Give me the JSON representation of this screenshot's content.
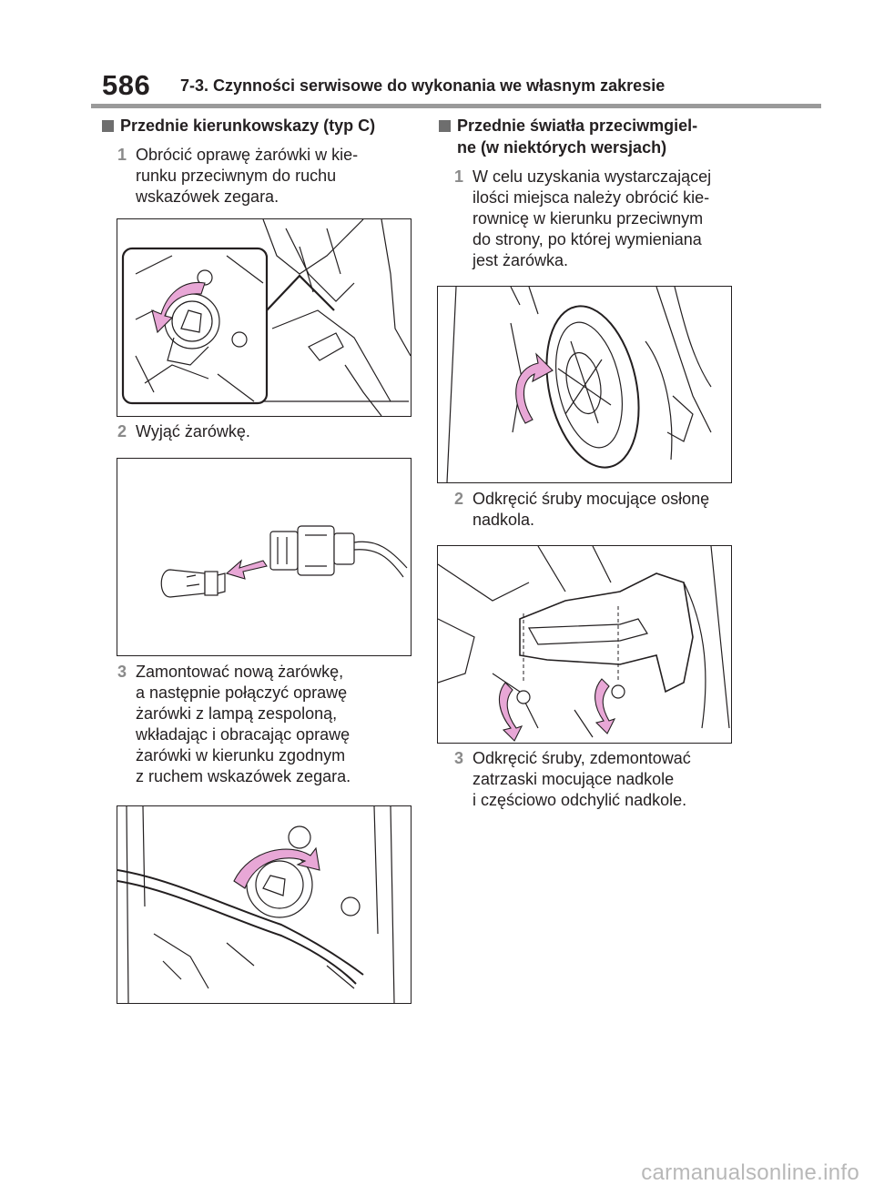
{
  "header": {
    "page_number": "586",
    "section_title": "7-3. Czynności serwisowe do wykonania we własnym zakresie"
  },
  "left_column": {
    "heading": "Przednie kierunkowskazy (typ C)",
    "steps": [
      {
        "num": "1",
        "text": "Obrócić oprawę żarówki w kie-\nrunku przeciwnym do ruchu\nwskazówek zegara."
      },
      {
        "num": "2",
        "text": "Wyjąć żarówkę."
      },
      {
        "num": "3",
        "text": "Zamontować nową żarówkę,\na następnie połączyć oprawę\nżarówki z lampą zespoloną,\nwkładając i obracając oprawę\nżarówki w kierunku zgodnym\nz ruchem wskazówek zegara."
      }
    ]
  },
  "right_column": {
    "heading": "Przednie światła przeciwmgiel-\nne (w niektórych wersjach)",
    "steps": [
      {
        "num": "1",
        "text": "W celu uzyskania wystarczającej\nilości miejsca należy obrócić kie-\nrownicę w kierunku przeciwnym\ndo strony, po której wymieniana\njest żarówka."
      },
      {
        "num": "2",
        "text": "Odkręcić śruby mocujące osłonę\nnadkola."
      },
      {
        "num": "3",
        "text": "Odkręcić śruby, zdemontować\nzatrzaski mocujące nadkole\ni częściowo odchylić nadkole."
      }
    ]
  },
  "colors": {
    "arrow": "#e8a7d6",
    "rule": "#9a9a9a",
    "step_number": "#8a8a8a"
  },
  "watermark": "carmanualsonline.info"
}
